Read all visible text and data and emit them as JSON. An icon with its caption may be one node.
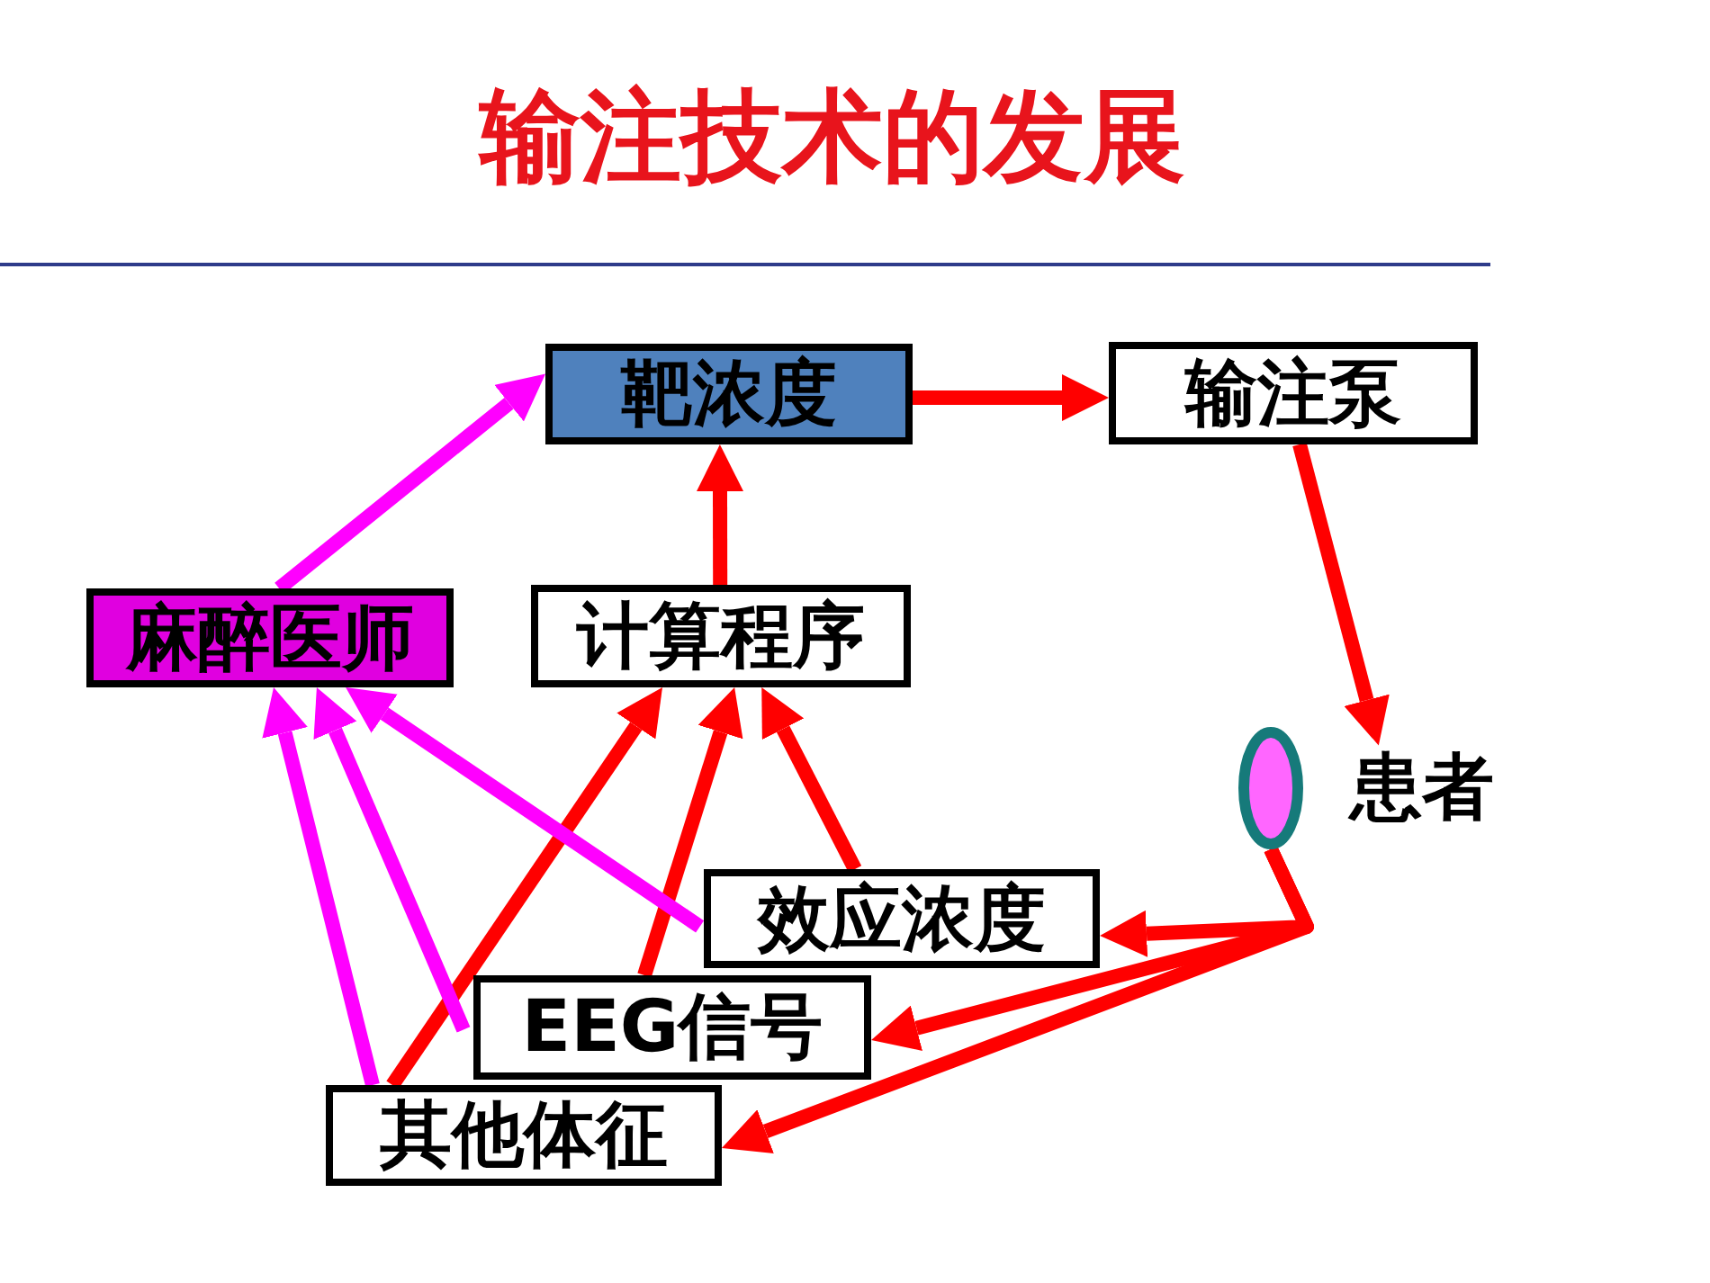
{
  "diagram": {
    "title": "输注技术的发展",
    "nodes": [
      {
        "text": [
          "靶浓度"
        ]
      },
      {
        "text": [
          "输注泵"
        ]
      },
      {
        "text": [
          "麻醉医师"
        ]
      },
      {
        "text": [
          "计算程序"
        ]
      },
      {
        "text": [],
        "shape": "ellipse",
        "beside": [
          "患者"
        ]
      },
      {
        "text": [
          "效应浓度"
        ]
      },
      {
        "text": [
          "EEG信号"
        ]
      },
      {
        "text": [
          "其他体征"
        ]
      }
    ],
    "edges": [
      {
        "from": 0,
        "to": 1,
        "arrow": "to"
      },
      {
        "from": 1,
        "to": 4,
        "arrow": "to"
      },
      {
        "from": 4,
        "to": 5,
        "arrow": "to"
      },
      {
        "from": 4,
        "to": 6,
        "arrow": "to"
      },
      {
        "from": 4,
        "to": 7,
        "arrow": "to"
      },
      {
        "from": 2,
        "to": 0,
        "arrow": "to",
        "color": "#ff00ff"
      },
      {
        "from": 3,
        "to": 0,
        "arrow": "to"
      },
      {
        "from": 5,
        "to": 3,
        "arrow": "to"
      },
      {
        "from": 6,
        "to": 3,
        "arrow": "to"
      },
      {
        "from": 7,
        "to": 3,
        "arrow": "to"
      },
      {
        "from": 7,
        "to": 2,
        "arrow": "to",
        "color": "#ff00ff"
      },
      {
        "from": 6,
        "to": 2,
        "arrow": "to",
        "color": "#ff00ff"
      },
      {
        "from": 5,
        "to": 2,
        "arrow": "to",
        "color": "#ff00ff"
      }
    ]
  }
}
